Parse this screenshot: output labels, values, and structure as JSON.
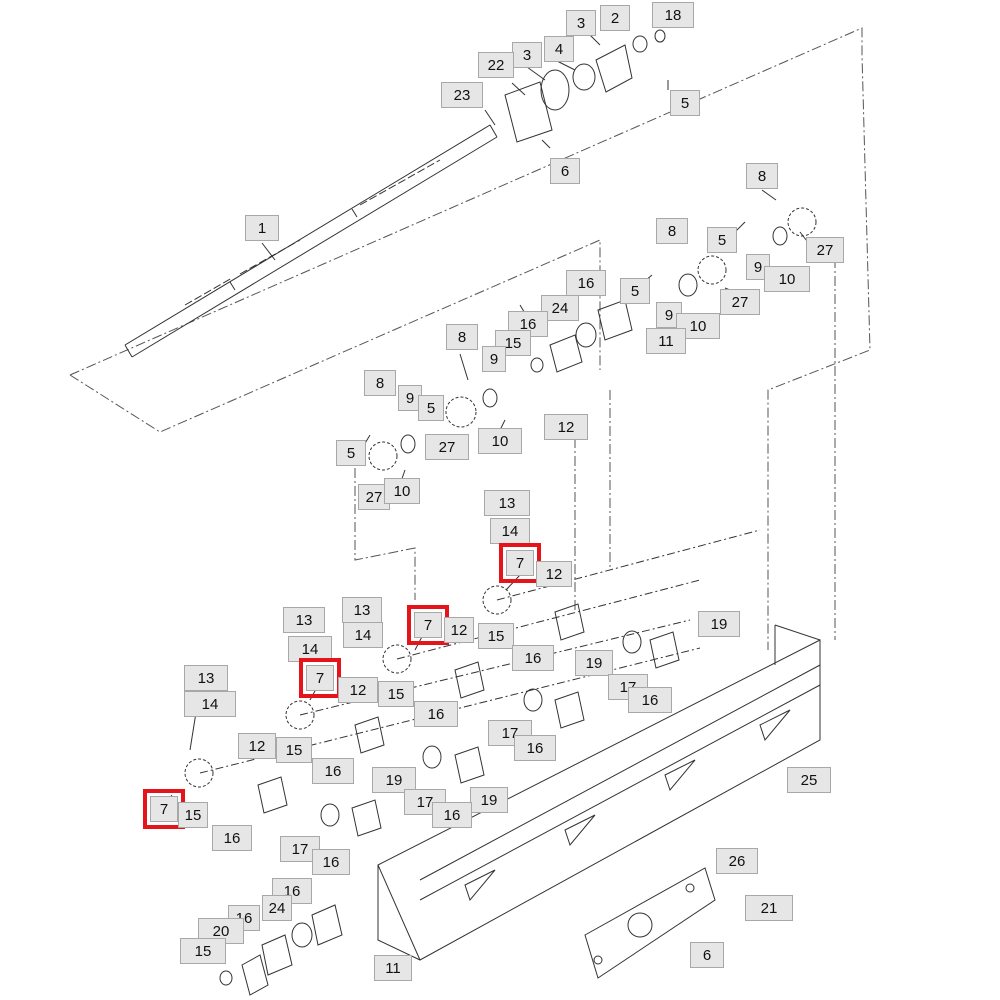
{
  "diagram": {
    "highlight_color": "#e5141b",
    "callout_fill": "#e6e6e6",
    "callouts": [
      {
        "id": "c18",
        "label": "18"
      },
      {
        "id": "c3a",
        "label": "3"
      },
      {
        "id": "c2",
        "label": "2"
      },
      {
        "id": "c3b",
        "label": "3"
      },
      {
        "id": "c4",
        "label": "4"
      },
      {
        "id": "c22",
        "label": "22"
      },
      {
        "id": "c5a",
        "label": "5"
      },
      {
        "id": "c23",
        "label": "23"
      },
      {
        "id": "c6a",
        "label": "6"
      },
      {
        "id": "c1",
        "label": "1"
      },
      {
        "id": "c8a",
        "label": "8"
      },
      {
        "id": "c8b",
        "label": "8"
      },
      {
        "id": "c5b",
        "label": "5"
      },
      {
        "id": "c27a",
        "label": "27"
      },
      {
        "id": "c9a",
        "label": "9"
      },
      {
        "id": "c10a",
        "label": "10"
      },
      {
        "id": "c16a",
        "label": "16"
      },
      {
        "id": "c5c",
        "label": "5"
      },
      {
        "id": "c27b",
        "label": "27"
      },
      {
        "id": "c24a",
        "label": "24"
      },
      {
        "id": "c9b",
        "label": "9"
      },
      {
        "id": "c10b",
        "label": "10"
      },
      {
        "id": "c16b",
        "label": "16"
      },
      {
        "id": "c11a",
        "label": "11"
      },
      {
        "id": "c8c",
        "label": "8"
      },
      {
        "id": "c15a",
        "label": "15"
      },
      {
        "id": "c9c",
        "label": "9"
      },
      {
        "id": "c8d",
        "label": "8"
      },
      {
        "id": "c9d",
        "label": "9"
      },
      {
        "id": "c5d",
        "label": "5"
      },
      {
        "id": "c10c",
        "label": "10"
      },
      {
        "id": "c12a",
        "label": "12"
      },
      {
        "id": "c27c",
        "label": "27"
      },
      {
        "id": "c5e",
        "label": "5"
      },
      {
        "id": "c27d",
        "label": "27"
      },
      {
        "id": "c10d",
        "label": "10"
      },
      {
        "id": "c13a",
        "label": "13"
      },
      {
        "id": "c14a",
        "label": "14"
      },
      {
        "id": "c7a",
        "label": "7",
        "highlighted": true
      },
      {
        "id": "c12b",
        "label": "12"
      },
      {
        "id": "c13b",
        "label": "13"
      },
      {
        "id": "c14b",
        "label": "14"
      },
      {
        "id": "c7b",
        "label": "7",
        "highlighted": true
      },
      {
        "id": "c12c",
        "label": "12"
      },
      {
        "id": "c15b",
        "label": "15"
      },
      {
        "id": "c16c",
        "label": "16"
      },
      {
        "id": "c19a",
        "label": "19"
      },
      {
        "id": "c13c",
        "label": "13"
      },
      {
        "id": "c14c",
        "label": "14"
      },
      {
        "id": "c7c",
        "label": "7",
        "highlighted": true
      },
      {
        "id": "c12d",
        "label": "12"
      },
      {
        "id": "c15c",
        "label": "15"
      },
      {
        "id": "c16d",
        "label": "16"
      },
      {
        "id": "c19b",
        "label": "19"
      },
      {
        "id": "c17a",
        "label": "17"
      },
      {
        "id": "c16e",
        "label": "16"
      },
      {
        "id": "c13d",
        "label": "13"
      },
      {
        "id": "c14d",
        "label": "14"
      },
      {
        "id": "c12e",
        "label": "12"
      },
      {
        "id": "c15d",
        "label": "15"
      },
      {
        "id": "c16f",
        "label": "16"
      },
      {
        "id": "c17b",
        "label": "17"
      },
      {
        "id": "c16g",
        "label": "16"
      },
      {
        "id": "c7d",
        "label": "7",
        "highlighted": true
      },
      {
        "id": "c15e",
        "label": "15"
      },
      {
        "id": "c16h",
        "label": "16"
      },
      {
        "id": "c19c",
        "label": "19"
      },
      {
        "id": "c17c",
        "label": "17"
      },
      {
        "id": "c19d",
        "label": "19"
      },
      {
        "id": "c16i",
        "label": "16"
      },
      {
        "id": "c25",
        "label": "25"
      },
      {
        "id": "c17d",
        "label": "17"
      },
      {
        "id": "c16j",
        "label": "16"
      },
      {
        "id": "c16k",
        "label": "16"
      },
      {
        "id": "c24b",
        "label": "24"
      },
      {
        "id": "c16l",
        "label": "16"
      },
      {
        "id": "c20",
        "label": "20"
      },
      {
        "id": "c26",
        "label": "26"
      },
      {
        "id": "c21",
        "label": "21"
      },
      {
        "id": "c15f",
        "label": "15"
      },
      {
        "id": "c11b",
        "label": "11"
      },
      {
        "id": "c6b",
        "label": "6"
      }
    ]
  }
}
